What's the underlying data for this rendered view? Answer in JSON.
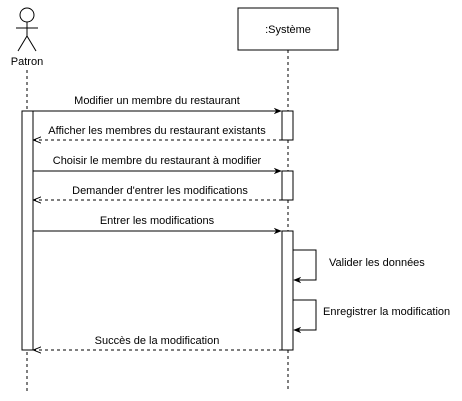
{
  "participants": {
    "actor": {
      "label": "Patron",
      "icon": "stick-figure-actor-icon"
    },
    "system": {
      "label": ":Système"
    }
  },
  "messages": [
    {
      "label": "Modifier un membre du restaurant",
      "kind": "sync",
      "from": "actor",
      "to": "system"
    },
    {
      "label": "Afficher les membres du restaurant existants",
      "kind": "return",
      "from": "system",
      "to": "actor"
    },
    {
      "label": "Choisir le membre du restaurant à modifier",
      "kind": "sync",
      "from": "actor",
      "to": "system"
    },
    {
      "label": "Demander d'entrer les modifications",
      "kind": "return",
      "from": "system",
      "to": "actor"
    },
    {
      "label": "Entrer les modifications",
      "kind": "sync",
      "from": "actor",
      "to": "system"
    },
    {
      "label": "Valider les données",
      "kind": "self",
      "from": "system",
      "to": "system"
    },
    {
      "label": "Enregistrer la modification",
      "kind": "self",
      "from": "system",
      "to": "system"
    },
    {
      "label": "Succès de la modification",
      "kind": "return",
      "from": "system",
      "to": "actor"
    }
  ],
  "colors": {
    "line": "#000000",
    "activation_fill": "#ffffff",
    "background": "#ffffff"
  }
}
